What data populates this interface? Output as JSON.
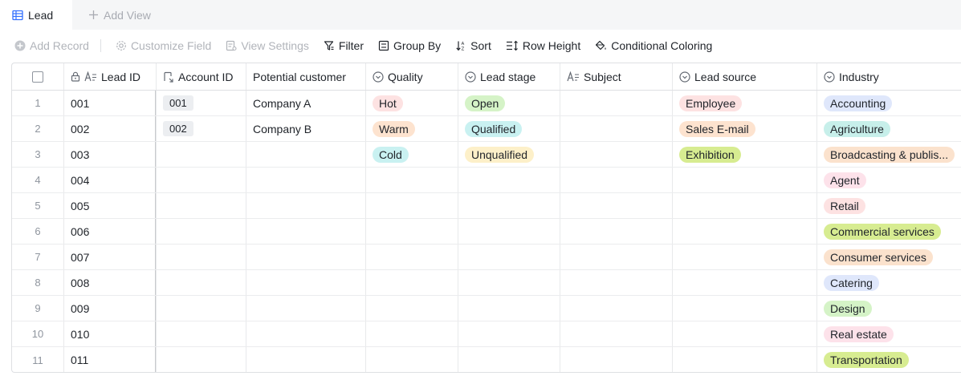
{
  "tabs": {
    "active_label": "Lead",
    "add_view_label": "Add View"
  },
  "toolbar": {
    "add_record": "Add Record",
    "customize_field": "Customize Field",
    "view_settings": "View Settings",
    "filter": "Filter",
    "group_by": "Group By",
    "sort": "Sort",
    "row_height": "Row Height",
    "conditional_coloring": "Conditional Coloring"
  },
  "columns": {
    "lead_id": "Lead ID",
    "account_id": "Account ID",
    "potential_customer": "Potential customer",
    "quality": "Quality",
    "lead_stage": "Lead stage",
    "subject": "Subject",
    "lead_source": "Lead source",
    "industry": "Industry"
  },
  "colors": {
    "red": "#fde2e2",
    "orange": "#fde3cf",
    "cyan": "#c9f1f1",
    "green": "#d5f3c7",
    "yellow": "#fdf0c9",
    "blue": "#dfe7fb",
    "pink": "#fde2ea",
    "lime": "#d7ec91",
    "peach": "#fbe2cd",
    "teal": "#c7efea"
  },
  "rows": [
    {
      "num": "1",
      "lead_id": "001",
      "account_id": "001",
      "potential_customer": "Company A",
      "quality": "Hot",
      "quality_color": "#fde2e2",
      "lead_stage": "Open",
      "lead_stage_color": "#d5f3c7",
      "subject": "",
      "lead_source": "Employee",
      "lead_source_color": "#fde2e2",
      "industry": "Accounting",
      "industry_color": "#dfe7fb"
    },
    {
      "num": "2",
      "lead_id": "002",
      "account_id": "002",
      "potential_customer": "Company B",
      "quality": "Warm",
      "quality_color": "#fde3cf",
      "lead_stage": "Qualified",
      "lead_stage_color": "#c9f1f1",
      "subject": "",
      "lead_source": "Sales E-mail",
      "lead_source_color": "#fde3cf",
      "industry": "Agriculture",
      "industry_color": "#c7efea"
    },
    {
      "num": "3",
      "lead_id": "003",
      "account_id": "",
      "potential_customer": "",
      "quality": "Cold",
      "quality_color": "#c9f1f1",
      "lead_stage": "Unqualified",
      "lead_stage_color": "#fdf0c9",
      "subject": "",
      "lead_source": "Exhibition",
      "lead_source_color": "#d7ec91",
      "industry": "Broadcasting & publis...",
      "industry_color": "#fbe2cd"
    },
    {
      "num": "4",
      "lead_id": "004",
      "account_id": "",
      "potential_customer": "",
      "quality": "",
      "quality_color": "",
      "lead_stage": "",
      "lead_stage_color": "",
      "subject": "",
      "lead_source": "",
      "lead_source_color": "",
      "industry": "Agent",
      "industry_color": "#fde2ea"
    },
    {
      "num": "5",
      "lead_id": "005",
      "account_id": "",
      "potential_customer": "",
      "quality": "",
      "quality_color": "",
      "lead_stage": "",
      "lead_stage_color": "",
      "subject": "",
      "lead_source": "",
      "lead_source_color": "",
      "industry": "Retail",
      "industry_color": "#fde2e2"
    },
    {
      "num": "6",
      "lead_id": "006",
      "account_id": "",
      "potential_customer": "",
      "quality": "",
      "quality_color": "",
      "lead_stage": "",
      "lead_stage_color": "",
      "subject": "",
      "lead_source": "",
      "lead_source_color": "",
      "industry": "Commercial services",
      "industry_color": "#d7ec91"
    },
    {
      "num": "7",
      "lead_id": "007",
      "account_id": "",
      "potential_customer": "",
      "quality": "",
      "quality_color": "",
      "lead_stage": "",
      "lead_stage_color": "",
      "subject": "",
      "lead_source": "",
      "lead_source_color": "",
      "industry": "Consumer services",
      "industry_color": "#fbe2cd"
    },
    {
      "num": "8",
      "lead_id": "008",
      "account_id": "",
      "potential_customer": "",
      "quality": "",
      "quality_color": "",
      "lead_stage": "",
      "lead_stage_color": "",
      "subject": "",
      "lead_source": "",
      "lead_source_color": "",
      "industry": "Catering",
      "industry_color": "#dfe7fb"
    },
    {
      "num": "9",
      "lead_id": "009",
      "account_id": "",
      "potential_customer": "",
      "quality": "",
      "quality_color": "",
      "lead_stage": "",
      "lead_stage_color": "",
      "subject": "",
      "lead_source": "",
      "lead_source_color": "",
      "industry": "Design",
      "industry_color": "#d5f3c7"
    },
    {
      "num": "10",
      "lead_id": "010",
      "account_id": "",
      "potential_customer": "",
      "quality": "",
      "quality_color": "",
      "lead_stage": "",
      "lead_stage_color": "",
      "subject": "",
      "lead_source": "",
      "lead_source_color": "",
      "industry": "Real estate",
      "industry_color": "#fde2ea"
    },
    {
      "num": "11",
      "lead_id": "011",
      "account_id": "",
      "potential_customer": "",
      "quality": "",
      "quality_color": "",
      "lead_stage": "",
      "lead_stage_color": "",
      "subject": "",
      "lead_source": "",
      "lead_source_color": "",
      "industry": "Transportation",
      "industry_color": "#d7ec91"
    }
  ]
}
